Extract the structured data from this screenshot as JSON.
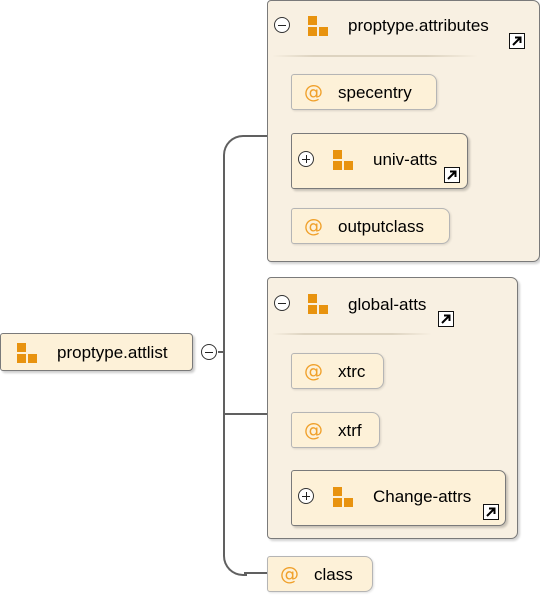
{
  "root": {
    "name": "proptype.attlist",
    "icon": "attribute-group-icon",
    "toggle": "collapse"
  },
  "groups": [
    {
      "name": "proptype.attributes",
      "icon": "attribute-group-icon",
      "toggle": "collapse",
      "link_icon": "reference-arrow-icon",
      "children": [
        {
          "kind": "attribute",
          "name": "specentry"
        },
        {
          "kind": "group-ref",
          "name": "univ-atts",
          "toggle": "expand"
        },
        {
          "kind": "attribute",
          "name": "outputclass"
        }
      ]
    },
    {
      "name": "global-atts",
      "icon": "attribute-group-icon",
      "toggle": "collapse",
      "link_icon": "reference-arrow-icon",
      "children": [
        {
          "kind": "attribute",
          "name": "xtrc"
        },
        {
          "kind": "attribute",
          "name": "xtrf"
        },
        {
          "kind": "group-ref",
          "name": "Change-attrs",
          "toggle": "expand"
        }
      ]
    }
  ],
  "attributes": [
    {
      "name": "class"
    }
  ],
  "symbols": {
    "attribute_marker": "@"
  },
  "colors": {
    "group_icon": "#e8930f",
    "attribute_marker": "#f0a02a",
    "box_fill": "#fdf1d8",
    "group_fill": "#f8f0e2",
    "connector": "#606060"
  }
}
